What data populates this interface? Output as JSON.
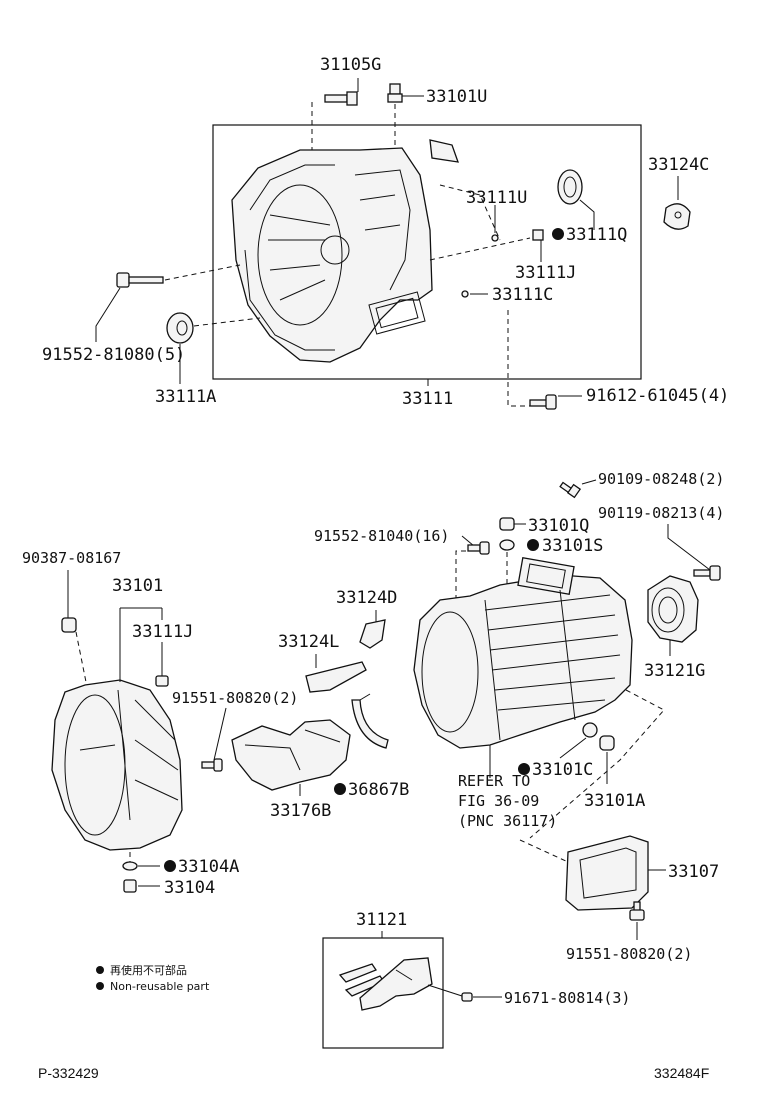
{
  "labels": {
    "p31105G": "31105G",
    "p33101U": "33101U",
    "p33124C": "33124C",
    "p33111U": "33111U",
    "p33111Q": "33111Q",
    "p33111J_top": "33111J",
    "p33111C": "33111C",
    "p91552_81080": "91552-81080(5)",
    "p33111A": "33111A",
    "p33111": "33111",
    "p91612_61045": "91612-61045(4)",
    "p90109_08248": "90109-08248(2)",
    "p90119_08213": "90119-08213(4)",
    "p91552_81040": "91552-81040(16)",
    "p33101Q": "33101Q",
    "p33101S": "33101S",
    "p90387_08167": "90387-08167",
    "p33101": "33101",
    "p33124D": "33124D",
    "p33111J_low": "33111J",
    "p33124L": "33124L",
    "p33121G": "33121G",
    "p91551_80820_a": "91551-80820(2)",
    "p33176B": "33176B",
    "p36867B": "36867B",
    "p33101C": "33101C",
    "p33101A": "33101A",
    "p33104A": "33104A",
    "p33104": "33104",
    "p33107": "33107",
    "p91551_80820_b": "91551-80820(2)",
    "p31121": "31121",
    "p91671_80814": "91671-80814(3)"
  },
  "reference": {
    "line1": "REFER TO",
    "line2": "FIG 36-09",
    "line3": "(PNC 36117)"
  },
  "legend": {
    "chinese": "再使用不可部品",
    "english": "Non-reusable part"
  },
  "footer": {
    "left": "P-332429",
    "right": "332484F"
  }
}
